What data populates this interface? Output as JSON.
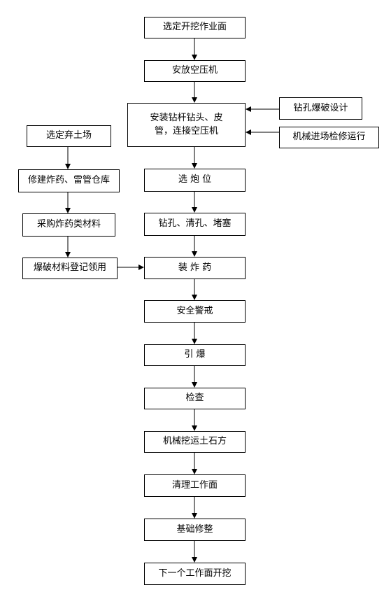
{
  "main_steps": [
    "选定开挖作业面",
    "安放空压机",
    "安装钻杆钻头、皮\n管，连接空压机",
    "选  炮  位",
    "钻孔、清孔、堵塞",
    "装  炸  药",
    "安全警戒",
    "引    爆",
    "检查",
    "机械挖运土石方",
    "清理工作面",
    "基础修整",
    "下一个工作面开挖"
  ],
  "right_inputs": [
    "钻孔爆破设计",
    "机械进场检修运行"
  ],
  "left_branch": [
    "选定弃土场",
    "修建炸药、雷管仓库",
    "采购炸药类材料",
    "爆破材料登记领用"
  ],
  "colors": {
    "line": "#000000",
    "box_border": "#000000",
    "background": "#ffffff"
  }
}
